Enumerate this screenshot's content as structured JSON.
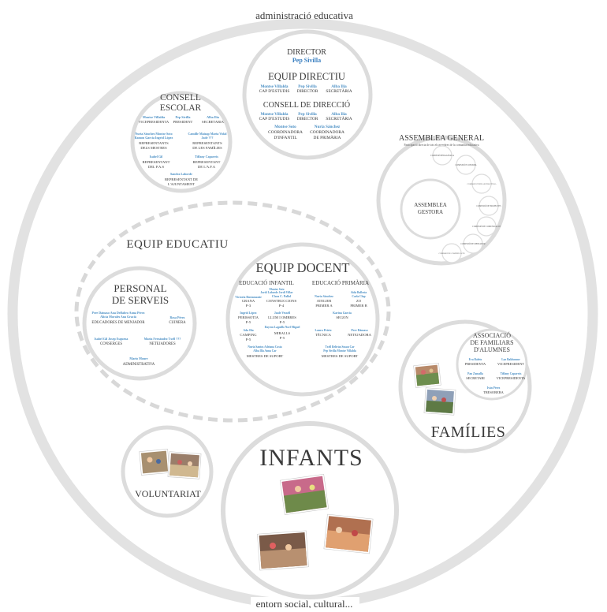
{
  "outer": {
    "top_label": "administració educativa",
    "bottom_label": "entorn social, cultural..."
  },
  "consell_escolar": {
    "title_line1": "CONSELL",
    "title_line2": "ESCOLAR",
    "members": [
      {
        "name": "Montse Villalda",
        "role": "VICEPRESIDENTA"
      },
      {
        "name": "Pep Sivilla",
        "role": "PRESIDENT"
      },
      {
        "name": "Alba Ilia",
        "role": "SECRETARIA"
      },
      {
        "name": "Nuria Sánchez  Montse Soto",
        "role": ""
      },
      {
        "name": "Ramon García  Ingrid López",
        "role": ""
      },
      {
        "name": "",
        "role": "REPRESENTANTS"
      },
      {
        "name": "",
        "role": "DELS MESTRES"
      },
      {
        "name": "Camille Maizap  Maria Vidal",
        "role": ""
      },
      {
        "name": "Jade ???",
        "role": ""
      },
      {
        "name": "",
        "role": "REPRESENTANTS"
      },
      {
        "name": "",
        "role": "DE LES FAMÍLIES"
      },
      {
        "name": "Isabel Gil",
        "role": "REPRESENTANT"
      },
      {
        "name": "",
        "role": "DEL P.A.S"
      },
      {
        "name": "Tiffany Caparrós",
        "role": "REPRESENTANT"
      },
      {
        "name": "",
        "role": "DE L'A.F.A"
      },
      {
        "name": "Sandra Laborde",
        "role": "REPRESENTANT DE"
      },
      {
        "name": "",
        "role": "L'AJUNTAMENT"
      }
    ]
  },
  "director": {
    "title": "DIRECTOR",
    "name": "Pep Sivilla",
    "equip_title": "EQUIP DIRECTIU",
    "equip_members": [
      {
        "name": "Montse Villalda",
        "role": "CAP D'ESTUDIS"
      },
      {
        "name": "Pep Sivilla",
        "role": "DIRECTOR"
      },
      {
        "name": "Alba Ilia",
        "role": "SECRETÀRIA"
      }
    ],
    "consell_title": "CONSELL DE DIRECCIÓ",
    "consell_members": [
      {
        "name": "Montse Villalda",
        "role": "CAP D'ESTUDIS"
      },
      {
        "name": "Pep Sivilla",
        "role": "DIRECTOR"
      },
      {
        "name": "Alba Ilia",
        "role": "SECRETÀRIA"
      },
      {
        "name": "Montse Soto",
        "role": "COORDINADORA"
      },
      {
        "name": "",
        "role": "D'INFANTIL"
      },
      {
        "name": "Nuria Sánchez",
        "role": "COORDINADORA"
      },
      {
        "name": "",
        "role": "DE PRIMÀRIA"
      }
    ]
  },
  "assemblea": {
    "title": "ASSEMBLEA GENERAL",
    "subtitle": "Participació directa de tots els membres de la comunitat educativa",
    "inner_title_line1": "ASSEMBLEA",
    "inner_title_line2": "GESTORA",
    "commissions": [
      "COMISSIÓ PEDAGÒGICA",
      "COMISSIÓ ECONOMIA",
      "COMISSIÓ D'INFRAESTRUCTURA",
      "COMISSIÓ DE PROJECTES",
      "COMISSIÓ DE COMUNICACIÓ",
      "COMISSIÓ DE MENJADOR",
      "COMISSIÓ DE COMUNICACIÓ"
    ]
  },
  "equip_educatiu": {
    "title": "EQUIP EDUCATIU"
  },
  "personal_serveis": {
    "title_line1": "PERSONAL",
    "title_line2": "DE SERVEIS",
    "groups": [
      {
        "names": [
          "Pere Dámaso  Ana Delfabro  Anna Pérez",
          "Alicia Morales  Ana Gracià"
        ],
        "role": "EDUCADORES DE MENJADOR"
      },
      {
        "names": [
          "Rosa Pérez"
        ],
        "role": "CUINERA"
      },
      {
        "names": [
          "Isabel Gil  Josep Esquena"
        ],
        "role": "CONSERGES"
      },
      {
        "names": [
          "Maria Fernández  Txell ???"
        ],
        "role": "NETEJADORES"
      },
      {
        "names": [
          "Mario Moure"
        ],
        "role": "ADMINISTRATIVA"
      }
    ]
  },
  "equip_docent": {
    "title": "EQUIP DOCENT",
    "col_infantil": "EDUCACIÓ INFANTIL",
    "col_primaria": "EDUCACIÓ PRIMÀRIA",
    "items": [
      {
        "names": "Montse Soto",
        "role": ""
      },
      {
        "names": "Jordi Laborde  Jordi Villar",
        "role": ""
      },
      {
        "names": "Victoria Bustamante",
        "role": "GRANA"
      },
      {
        "names": "",
        "role": "P-3"
      },
      {
        "names": "Clara C. Pallol",
        "role": "CONSTRUCCIONS"
      },
      {
        "names": "",
        "role": "P-4"
      },
      {
        "names": "Nuria Sánchez",
        "role": "ATELIER"
      },
      {
        "names": "",
        "role": "PRIMER A"
      },
      {
        "names": "Aida Ballesta",
        "role": ""
      },
      {
        "names": "Carla Clup",
        "role": "ZO"
      },
      {
        "names": "",
        "role": "PRIMER B"
      },
      {
        "names": "Ingrid López",
        "role": "PERISSOTIA"
      },
      {
        "names": "",
        "role": "P-5"
      },
      {
        "names": "Jaule Vessell",
        "role": "LLUM I OMBRES"
      },
      {
        "names": "",
        "role": "P-5"
      },
      {
        "names": "Karina García",
        "role": "SEGON"
      },
      {
        "names": "Ada Ilia",
        "role": "CAMPING"
      },
      {
        "names": "",
        "role": "P-5"
      },
      {
        "names": "Dayron Laguillo  Noel Miguel",
        "role": "MIRALLS"
      },
      {
        "names": "",
        "role": "P-5"
      },
      {
        "names": "Laura Prieto",
        "role": "TÈCNICA"
      },
      {
        "names": "Pere Dámaso",
        "role": "NETEJADORA"
      },
      {
        "names": "Nuria Santos  Adriana Costa",
        "role": "MESTRES DE SUPORT"
      },
      {
        "names": "Alba Illa  Anna Car",
        "role": ""
      },
      {
        "names": "Txell Beltrán  Susan Car",
        "role": "MESTRES DE SUPORT"
      },
      {
        "names": "Pep Sivilla  Montse Villalda",
        "role": ""
      }
    ]
  },
  "afa": {
    "title_line1": "ASSOCIACIÓ",
    "title_line2": "DE FAMILIARS",
    "title_line3": "D'ALUMNES",
    "members": [
      {
        "name": "Eva Baleto",
        "role": "PRESIDENTA"
      },
      {
        "name": "Lyn Bakhoume",
        "role": "VICEPRESIDENT"
      },
      {
        "name": "Pau Zamalla",
        "role": "SECRETARI"
      },
      {
        "name": "Tiffany Caparrós",
        "role": "VICEPRESIDENTA"
      },
      {
        "name": "Iván Pérez",
        "role": "TRESORERA"
      }
    ]
  },
  "families": {
    "title": "FAMÍLIES"
  },
  "voluntariat": {
    "title": "VOLUNTARIAT"
  },
  "infants": {
    "title": "INFANTS"
  },
  "colors": {
    "ring": "#dcdcdc",
    "dashed": "#d8d8d8",
    "blue_name": "#4a8fc4",
    "text": "#3a3a3a"
  }
}
